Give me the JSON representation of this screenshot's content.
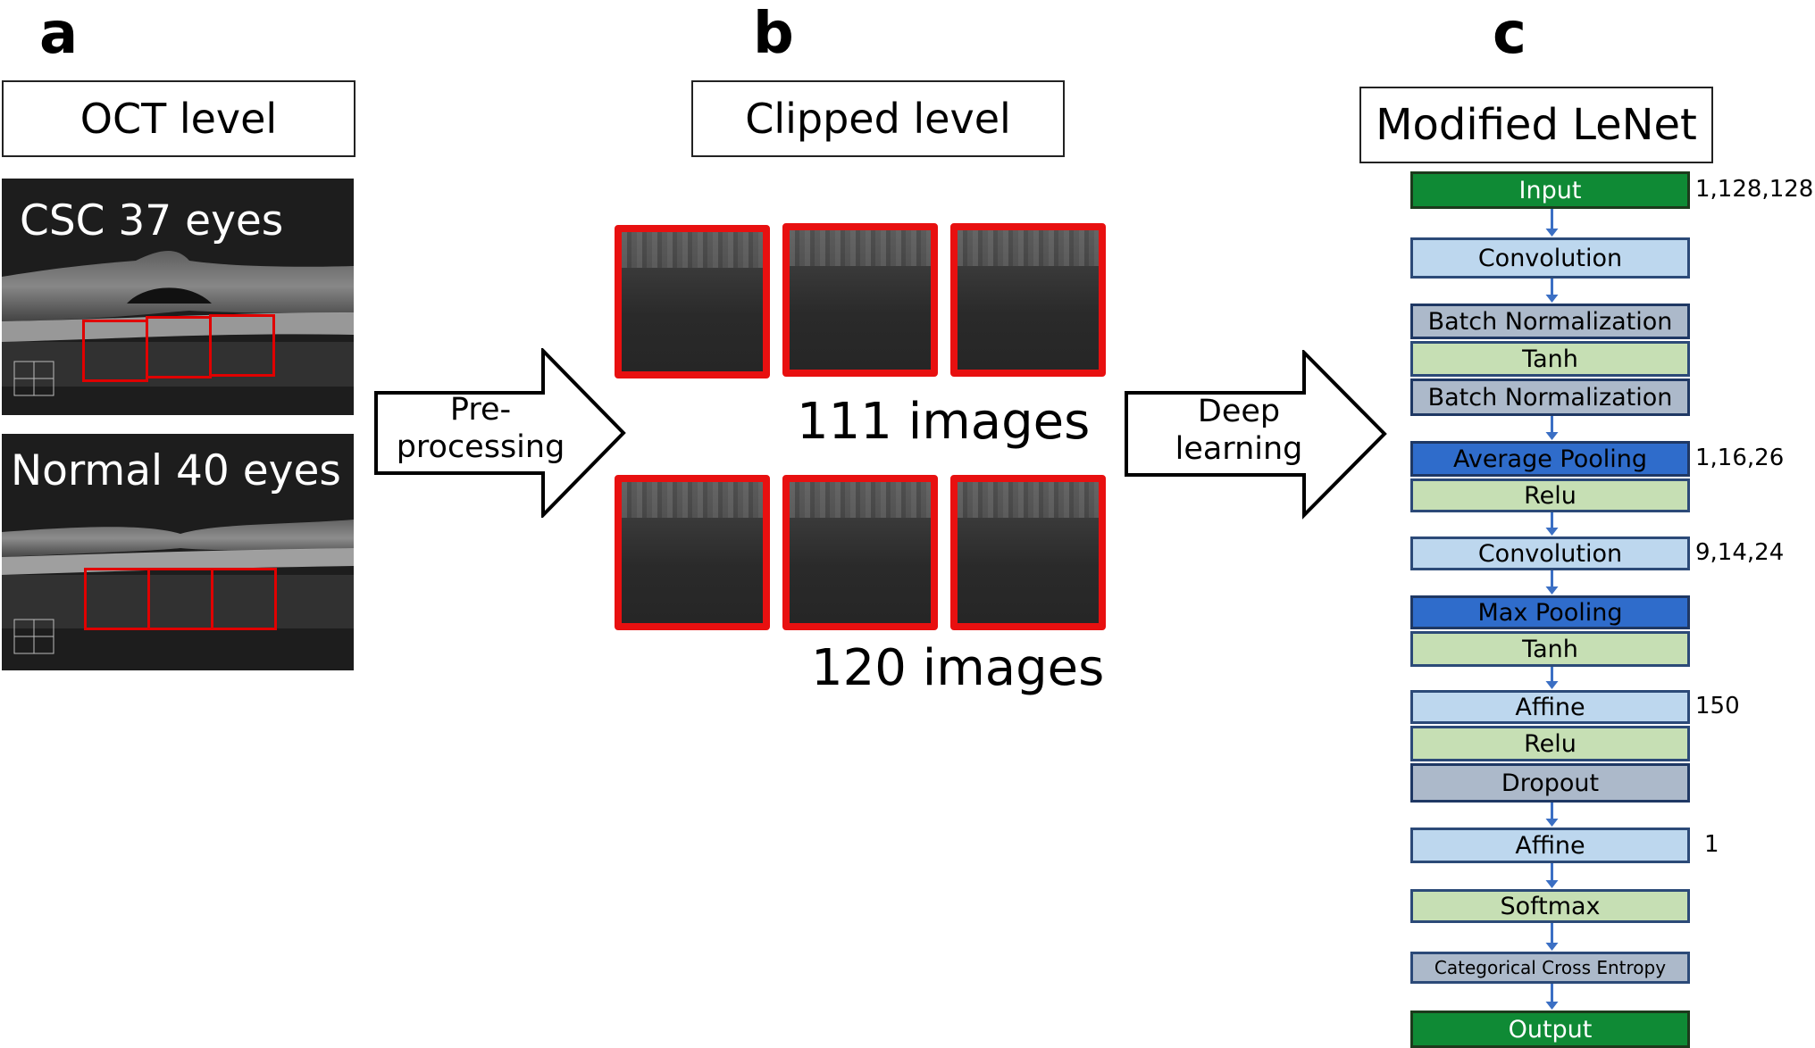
{
  "panels": {
    "a": {
      "letter": "a",
      "title": "OCT level",
      "images": [
        {
          "label": "CSC 37 eyes"
        },
        {
          "label": "Normal 40 eyes"
        }
      ]
    },
    "b": {
      "letter": "b",
      "title": "Clipped level",
      "groups": [
        {
          "count_label": "111 images"
        },
        {
          "count_label": "120 images"
        }
      ]
    },
    "c": {
      "letter": "c",
      "title": "Modified LeNet"
    }
  },
  "arrows": [
    {
      "lines": [
        "Pre-",
        "processing"
      ]
    },
    {
      "lines": [
        "Deep",
        "learning"
      ]
    }
  ],
  "network": {
    "layers": [
      {
        "label": "Input",
        "kind": "io",
        "dims": "1,128,128"
      },
      {
        "label": "Convolution",
        "kind": "conv",
        "dims": ""
      },
      {
        "label": "Batch Normalization",
        "kind": "bn",
        "dims": ""
      },
      {
        "label": "Tanh",
        "kind": "act",
        "dims": ""
      },
      {
        "label": "Batch Normalization",
        "kind": "bn",
        "dims": ""
      },
      {
        "label": "Average Pooling",
        "kind": "pool",
        "dims": "1,16,26"
      },
      {
        "label": "Relu",
        "kind": "act",
        "dims": ""
      },
      {
        "label": "Convolution",
        "kind": "conv",
        "dims": "9,14,24"
      },
      {
        "label": "Max Pooling",
        "kind": "pool",
        "dims": ""
      },
      {
        "label": "Tanh",
        "kind": "act",
        "dims": ""
      },
      {
        "label": "Affine",
        "kind": "conv",
        "dims": "150"
      },
      {
        "label": "Relu",
        "kind": "act",
        "dims": ""
      },
      {
        "label": "Dropout",
        "kind": "bn",
        "dims": ""
      },
      {
        "label": "Affine",
        "kind": "conv",
        "dims": "1"
      },
      {
        "label": "Softmax",
        "kind": "act",
        "dims": ""
      },
      {
        "label": "Categorical Cross Entropy",
        "kind": "ce",
        "dims": ""
      },
      {
        "label": "Output",
        "kind": "io",
        "dims": ""
      }
    ]
  },
  "colors": {
    "roi_red": "#e00000",
    "io_green": "#0f8a35",
    "conv_blue": "#bdd7ee",
    "bn_gray": "#acb9ca",
    "act_green": "#c6dfb4",
    "pool_blue": "#2f6ccb",
    "connector_blue": "#3b6fc4"
  }
}
